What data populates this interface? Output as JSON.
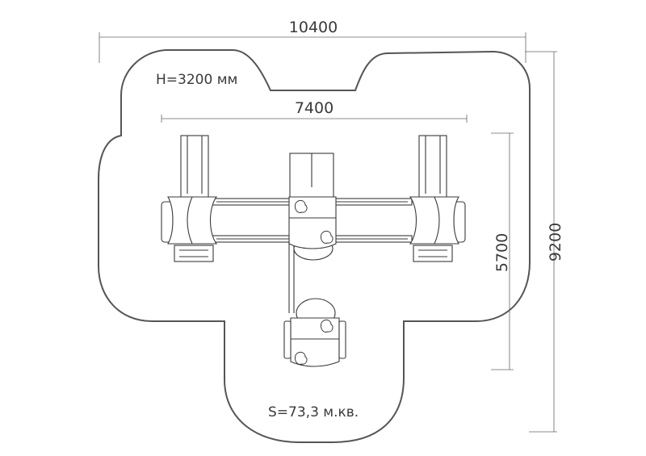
{
  "dimensions": {
    "overall_width": "10400",
    "overall_depth": "9200",
    "equipment_width": "7400",
    "equipment_depth": "5700"
  },
  "notes": {
    "height": "H=3200 мм",
    "area": "S=73,3 м.кв."
  },
  "colors": {
    "line": "#3a3a3a",
    "background": "#ffffff"
  }
}
